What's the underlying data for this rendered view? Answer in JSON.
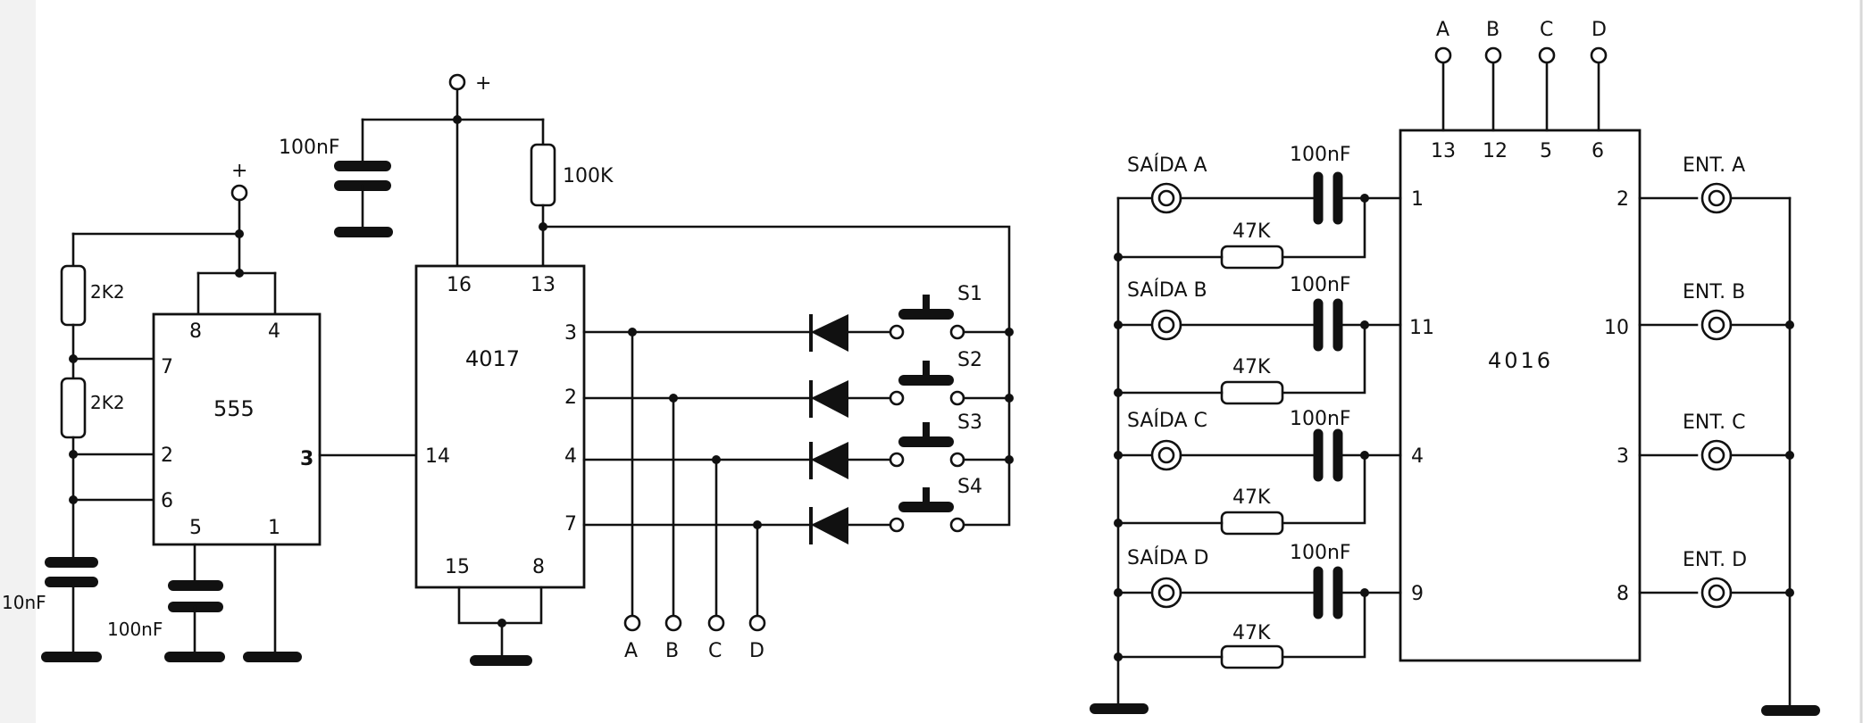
{
  "circuit_left": {
    "plus_555": "+",
    "plus_4017": "+",
    "r1": "2K2",
    "r2": "2K2",
    "c_timing": "10nF",
    "c_ctrl": "100nF",
    "c_supply": "100nF",
    "r_reset": "100K",
    "ic_555": {
      "name": "555",
      "pin8": "8",
      "pin4": "4",
      "pin7": "7",
      "pin2": "2",
      "pin6": "6",
      "pin5": "5",
      "pin1": "1",
      "pin3": "3"
    },
    "ic_4017": {
      "name": "4017",
      "pin16": "16",
      "pin13": "13",
      "pin14": "14",
      "pin3": "3",
      "pin2": "2",
      "pin4": "4",
      "pin7": "7",
      "pin15": "15",
      "pin8": "8"
    },
    "switches": [
      "S1",
      "S2",
      "S3",
      "S4"
    ],
    "outputs": [
      "A",
      "B",
      "C",
      "D"
    ]
  },
  "circuit_right": {
    "control_inputs": [
      "A",
      "B",
      "C",
      "D"
    ],
    "ic_4016": {
      "name": "4016",
      "top_pins": [
        "13",
        "12",
        "5",
        "6"
      ],
      "left_pins": [
        "1",
        "11",
        "4",
        "9"
      ],
      "right_pins": [
        "2",
        "10",
        "3",
        "8"
      ]
    },
    "outputs": [
      "SAÍDA A",
      "SAÍDA B",
      "SAÍDA C",
      "SAÍDA D"
    ],
    "inputs": [
      "ENT. A",
      "ENT. B",
      "ENT. C",
      "ENT. D"
    ],
    "capacitors": [
      "100nF",
      "100nF",
      "100nF",
      "100nF"
    ],
    "resistors": [
      "47K",
      "47K",
      "47K",
      "47K"
    ]
  }
}
